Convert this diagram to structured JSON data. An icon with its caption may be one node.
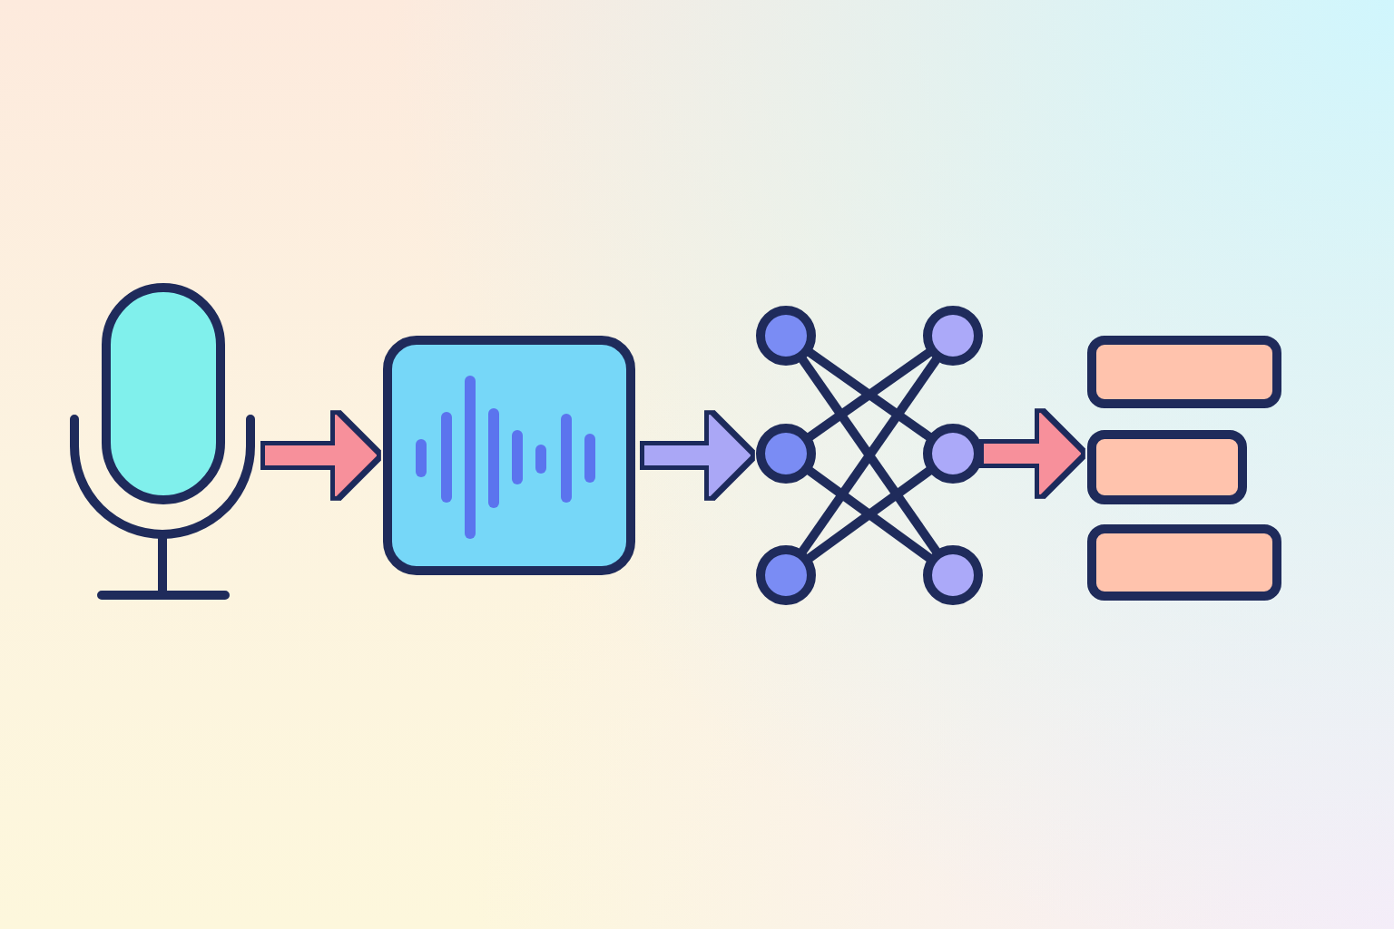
{
  "diagram": {
    "nodes": [
      {
        "text": [],
        "shape": "picture"
      },
      {
        "text": [],
        "shape": "picture"
      },
      {
        "text": [],
        "shape": "picture"
      },
      {
        "text": [],
        "shape": "picture"
      }
    ],
    "edges": [
      {
        "from": 0,
        "to": 1,
        "arrow": "to"
      },
      {
        "from": 1,
        "to": 2,
        "arrow": "to",
        "color": "#aaa7f6"
      },
      {
        "from": 2,
        "to": 3,
        "arrow": "to"
      }
    ]
  }
}
